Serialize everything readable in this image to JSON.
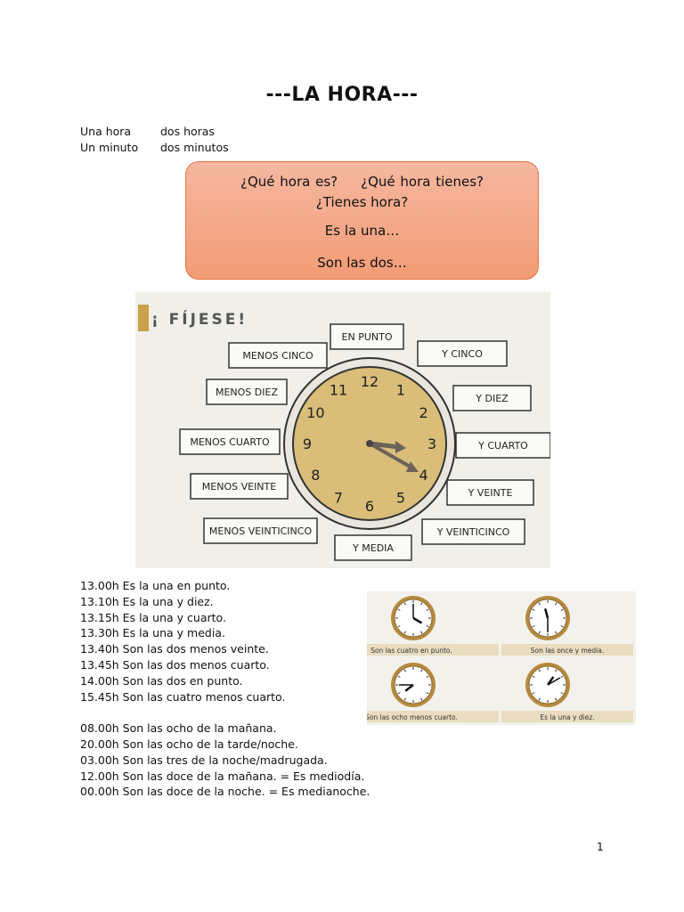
{
  "title": "---LA HORA---",
  "vocab": [
    {
      "a": "Una hora",
      "b": "dos horas"
    },
    {
      "a": "Un minuto",
      "b": "dos minutos"
    }
  ],
  "questions": {
    "q1a": "¿Qué hora es?",
    "q1b": "¿Qué hora tienes?",
    "q2": "¿Tienes hora?",
    "q3": "Es la una…",
    "q4": "Son las dos…"
  },
  "fijese": {
    "header": "¡ FÍJESE!",
    "numbers": [
      "12",
      "1",
      "2",
      "3",
      "4",
      "5",
      "6",
      "7",
      "8",
      "9",
      "10",
      "11"
    ],
    "labels": {
      "en_punto": "EN PUNTO",
      "y_cinco": "Y CINCO",
      "y_diez": "Y DIEZ",
      "y_cuarto": "Y CUARTO",
      "y_veinte": "Y VEINTE",
      "y_veinticinco": "Y VEINTICINCO",
      "y_media": "Y MEDIA",
      "menos_veinticinco": "MENOS VEINTICINCO",
      "menos_veinte": "MENOS VEINTE",
      "menos_cuarto": "MENOS CUARTO",
      "menos_diez": "MENOS DIEZ",
      "menos_cinco": "MENOS CINCO"
    }
  },
  "times_a": [
    "13.00h Es la una en punto.",
    "13.10h Es la una y diez.",
    "13.15h Es la una y cuarto.",
    "13.30h Es la una y media.",
    "13.40h Son las dos menos veinte.",
    "13.45h Son las dos menos cuarto.",
    "14.00h Son las dos en punto.",
    "15.45h Son las cuatro menos cuarto."
  ],
  "times_b": [
    "08.00h Son las ocho de la mañana.",
    "20.00h Son las ocho de la tarde/noche.",
    "03.00h Son las tres de la noche/madrugada.",
    "12.00h Son las doce de la mañana. = Es mediodía.",
    "00.00h Son las doce de la noche. = Es medianoche."
  ],
  "mini_clocks": [
    {
      "caption": "Son las cuatro en punto."
    },
    {
      "caption": "Son las once y media."
    },
    {
      "caption": "Son las ocho menos cuarto."
    },
    {
      "caption": "Es la una y diez."
    }
  ],
  "page_number": "1",
  "colors": {
    "box_top": "#f6b7a0",
    "box_bottom": "#f39c75",
    "clock_face": "#d9bd78",
    "hand": "#6b6258"
  }
}
